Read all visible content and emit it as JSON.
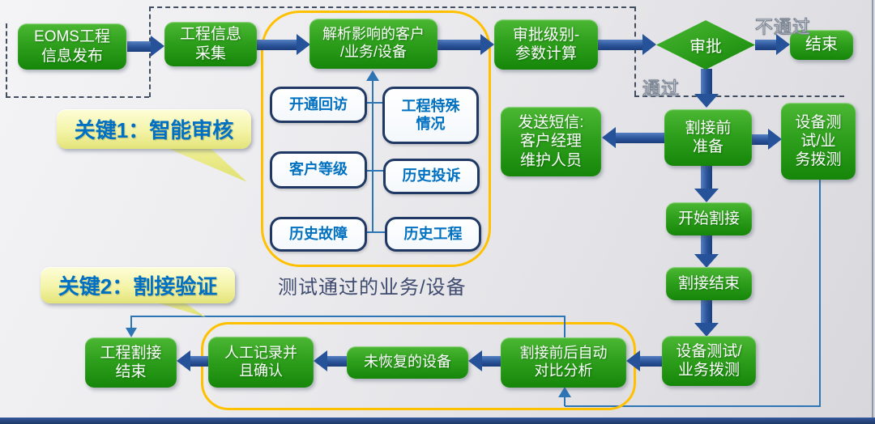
{
  "flow": {
    "publish": "EOMS工程\n信息发布",
    "collect": "工程信息\n采集",
    "analyze": "解析影响的客户\n/业务/设备",
    "approval_calc": "审批级别-\n参数计算",
    "approve": "审批",
    "end": "结束",
    "sms": "发送短信:\n客户经理\n维护人员",
    "pre_cutover": "割接前\n准备",
    "device_test_right": "设备测\n试/业\n务拨测",
    "start_cutover": "开始割接",
    "end_cutover": "割接结束",
    "device_test_bottom": "设备测试/\n业务拨测",
    "auto_compare": "割接前后自动\n对比分析",
    "unrecovered": "未恢复的设备",
    "manual_confirm": "人工记录并\n且确认",
    "project_end": "工程割接\n结束"
  },
  "factors": {
    "callback": "开通回访",
    "special_case": "工程特殊\n情况",
    "customer_level": "客户等级",
    "history_complaint": "历史投诉",
    "history_fault": "历史故障",
    "history_project": "历史工程"
  },
  "branch_labels": {
    "fail": "不通过",
    "pass": "通过"
  },
  "callouts": {
    "key1": "关键1：智能审核",
    "key2": "关键2：割接验证"
  },
  "caption": {
    "tested_devices": "测试通过的业务/设备"
  },
  "colors": {
    "node_green_top": "#4cb834",
    "node_green_bottom": "#158609",
    "arrow_navy": "#26529a",
    "thin_line_blue": "#2e75b6",
    "factor_border_navy": "#1f3864",
    "factor_text_blue": "#0070c0",
    "group_outline_orange": "#ffc000",
    "callout_yellow": "#f4f4a8",
    "callout_text_blue": "#0070c4",
    "dashed_frame": "#414d61",
    "caption_text": "#3e4a6e",
    "bottom_bar_navy": "#1d3764"
  }
}
